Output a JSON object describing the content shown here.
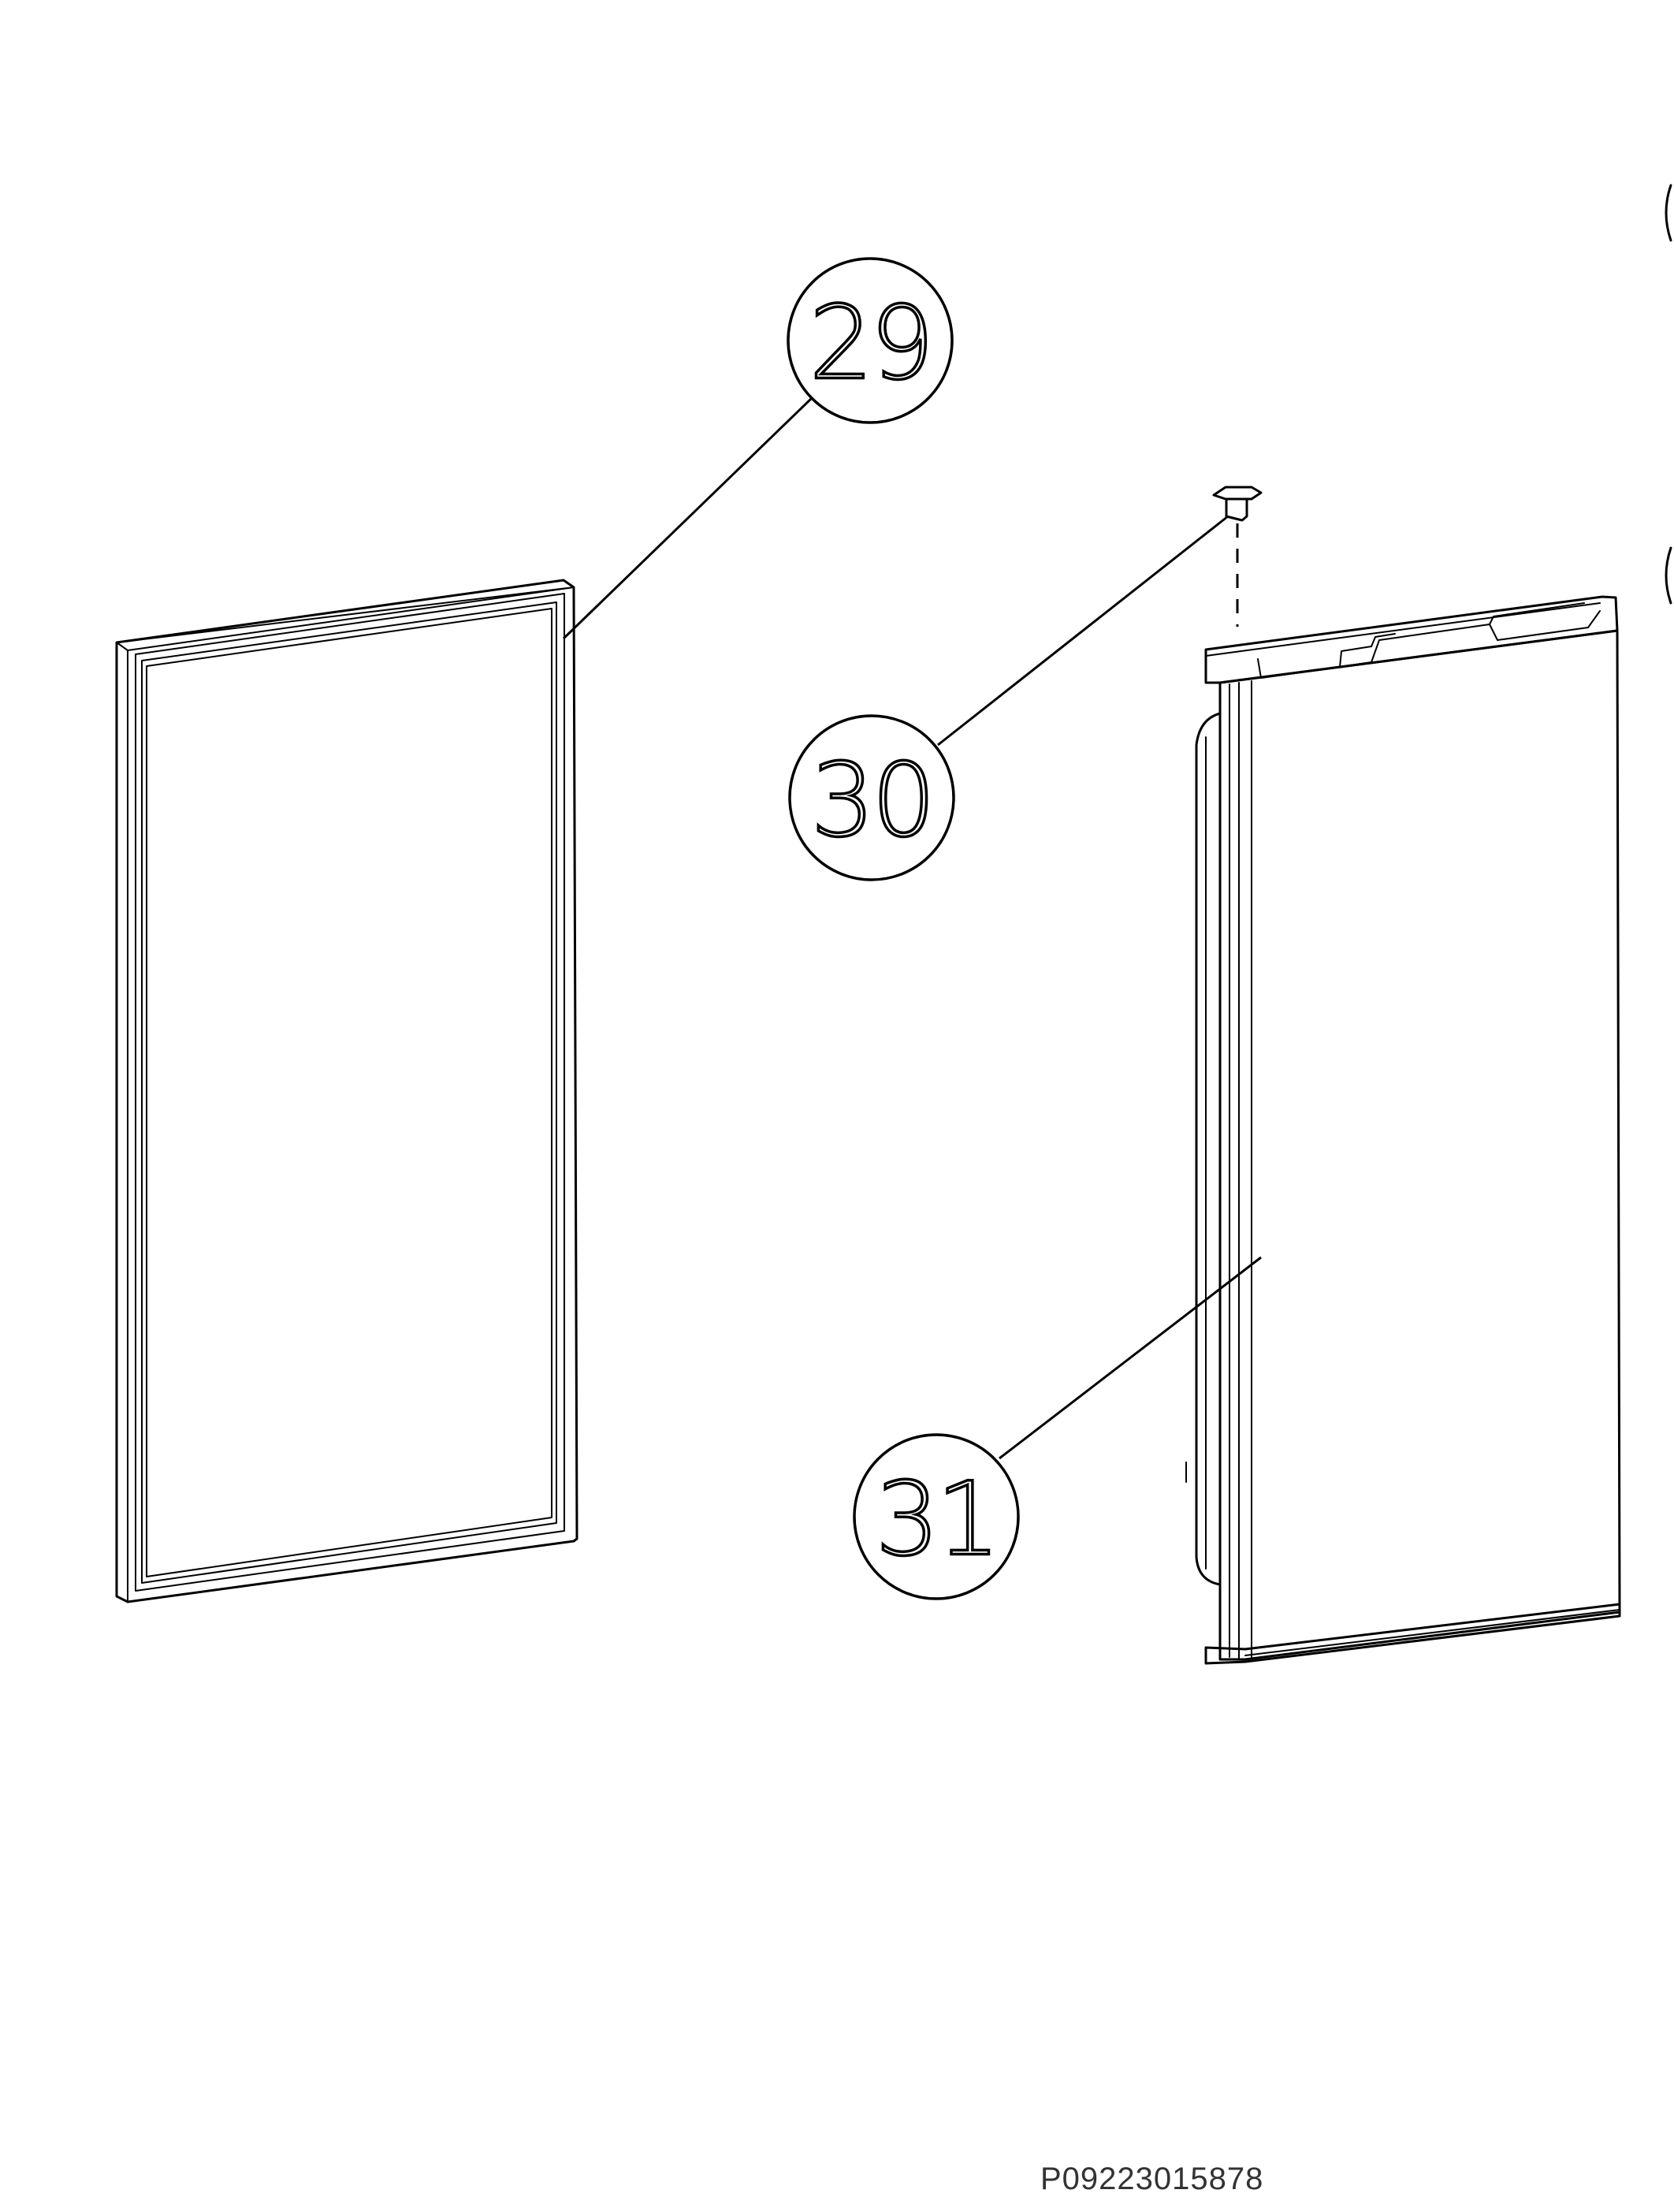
{
  "callouts": [
    {
      "label": "29"
    },
    {
      "label": "30"
    },
    {
      "label": "31"
    }
  ],
  "drawing_code": "P09223015878"
}
